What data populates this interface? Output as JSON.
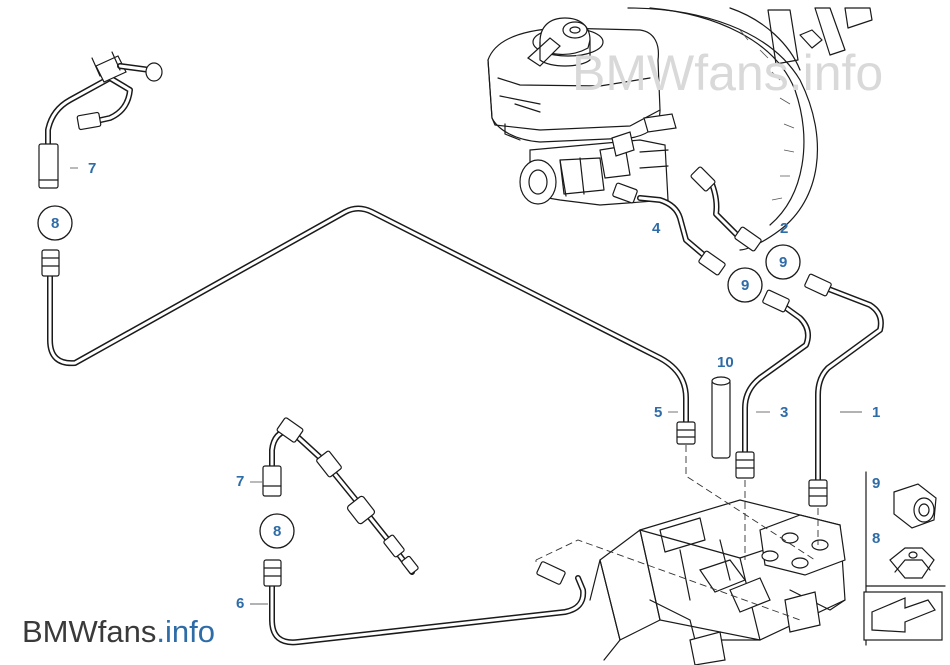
{
  "watermark": {
    "main": "BMWfans.info",
    "footer_prefix": "BMWfans",
    "footer_suffix": ".info"
  },
  "callouts": [
    {
      "id": "c1",
      "label": "1"
    },
    {
      "id": "c2",
      "label": "2"
    },
    {
      "id": "c3",
      "label": "3"
    },
    {
      "id": "c4",
      "label": "4"
    },
    {
      "id": "c5",
      "label": "5"
    },
    {
      "id": "c6",
      "label": "6"
    },
    {
      "id": "c7a",
      "label": "7"
    },
    {
      "id": "c7b",
      "label": "7"
    },
    {
      "id": "c8a",
      "label": "8"
    },
    {
      "id": "c8b",
      "label": "8"
    },
    {
      "id": "c8c",
      "label": "8"
    },
    {
      "id": "c9a",
      "label": "9"
    },
    {
      "id": "c9b",
      "label": "9"
    },
    {
      "id": "c9c",
      "label": "9"
    },
    {
      "id": "c10",
      "label": "10"
    }
  ]
}
